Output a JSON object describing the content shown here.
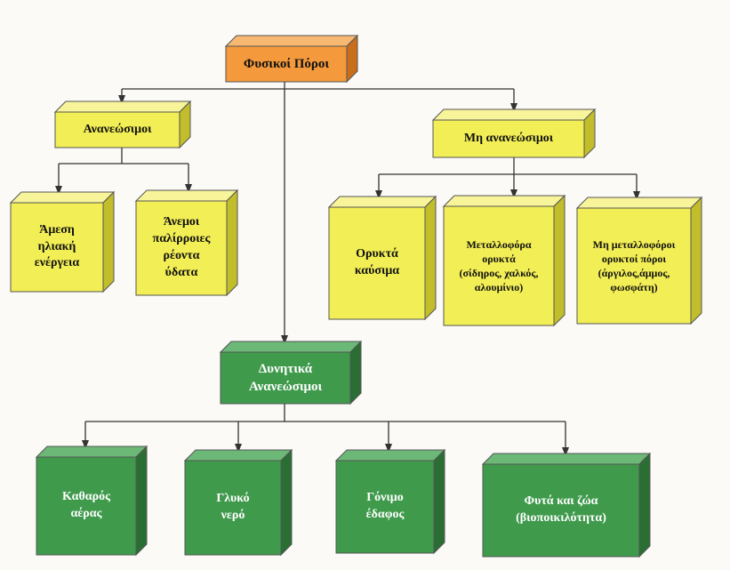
{
  "colors": {
    "orange": {
      "front": "#f59a3c",
      "top": "#f7b872",
      "side": "#c86e1c"
    },
    "yellow": {
      "front": "#f2ee55",
      "top": "#f7f49a",
      "side": "#c2bd2a"
    },
    "green": {
      "front": "#3f9a4c",
      "top": "#6cb877",
      "side": "#2a6e34"
    },
    "edge": "#555555",
    "connector": "#333333"
  },
  "nodes": {
    "root": {
      "lines": [
        "Φυσικοί Πόροι"
      ],
      "color": "orange"
    },
    "renewable": {
      "lines": [
        "Ανανεώσιμοι"
      ],
      "color": "yellow"
    },
    "nonrenewable": {
      "lines": [
        "Μη ανανεώσιμοι"
      ],
      "color": "yellow"
    },
    "solar": {
      "lines": [
        "Άμεση",
        "ηλιακή",
        "ενέργεια"
      ],
      "color": "yellow"
    },
    "wind": {
      "lines": [
        "Άνεμοι",
        "παλίρροιες",
        "ρέοντα",
        "ύδατα"
      ],
      "color": "yellow"
    },
    "fossil": {
      "lines": [
        "Ορυκτά",
        "καύσιμα"
      ],
      "color": "yellow"
    },
    "metallic": {
      "lines": [
        "Μεταλλοφόρα",
        "ορυκτά",
        "(σίδηρος, χαλκός,",
        "αλουμίνιο)"
      ],
      "color": "yellow"
    },
    "nonmetallic": {
      "lines": [
        "Μη μεταλλοφόροι",
        "ορυκτοί πόροι",
        "(άργιλος,άμμος,",
        "φωσφάτη)"
      ],
      "color": "yellow"
    },
    "potential": {
      "lines": [
        "Δυνητικά",
        "Ανανεώσιμοι"
      ],
      "color": "green"
    },
    "air": {
      "lines": [
        "Καθαρός",
        "αέρας"
      ],
      "color": "green"
    },
    "water": {
      "lines": [
        "Γλυκό",
        "νερό"
      ],
      "color": "green"
    },
    "soil": {
      "lines": [
        "Γόνιμο",
        "έδαφος"
      ],
      "color": "green"
    },
    "bio": {
      "lines": [
        "Φυτά και ζώα",
        "(βιοποικιλότητα)"
      ],
      "color": "green"
    }
  }
}
